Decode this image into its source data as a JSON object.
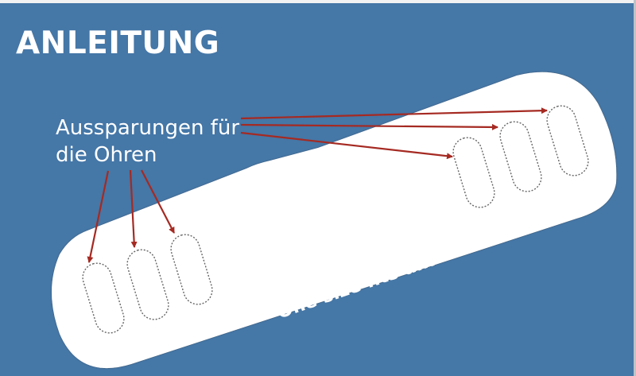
{
  "slide": {
    "title": "ANLEITUNG",
    "label_line1": "Aussparungen für",
    "label_line2": "die Ohren",
    "tagline": "One size fits all!"
  },
  "colors": {
    "background": "#4577a7",
    "shape_fill": "#ffffff",
    "arrow": "#a52a22",
    "slot_outline": "#666666"
  },
  "diagram": {
    "shape": "mask-strap-extender",
    "slots_left_count": 3,
    "slots_right_count": 3,
    "arrows_count": 6
  }
}
